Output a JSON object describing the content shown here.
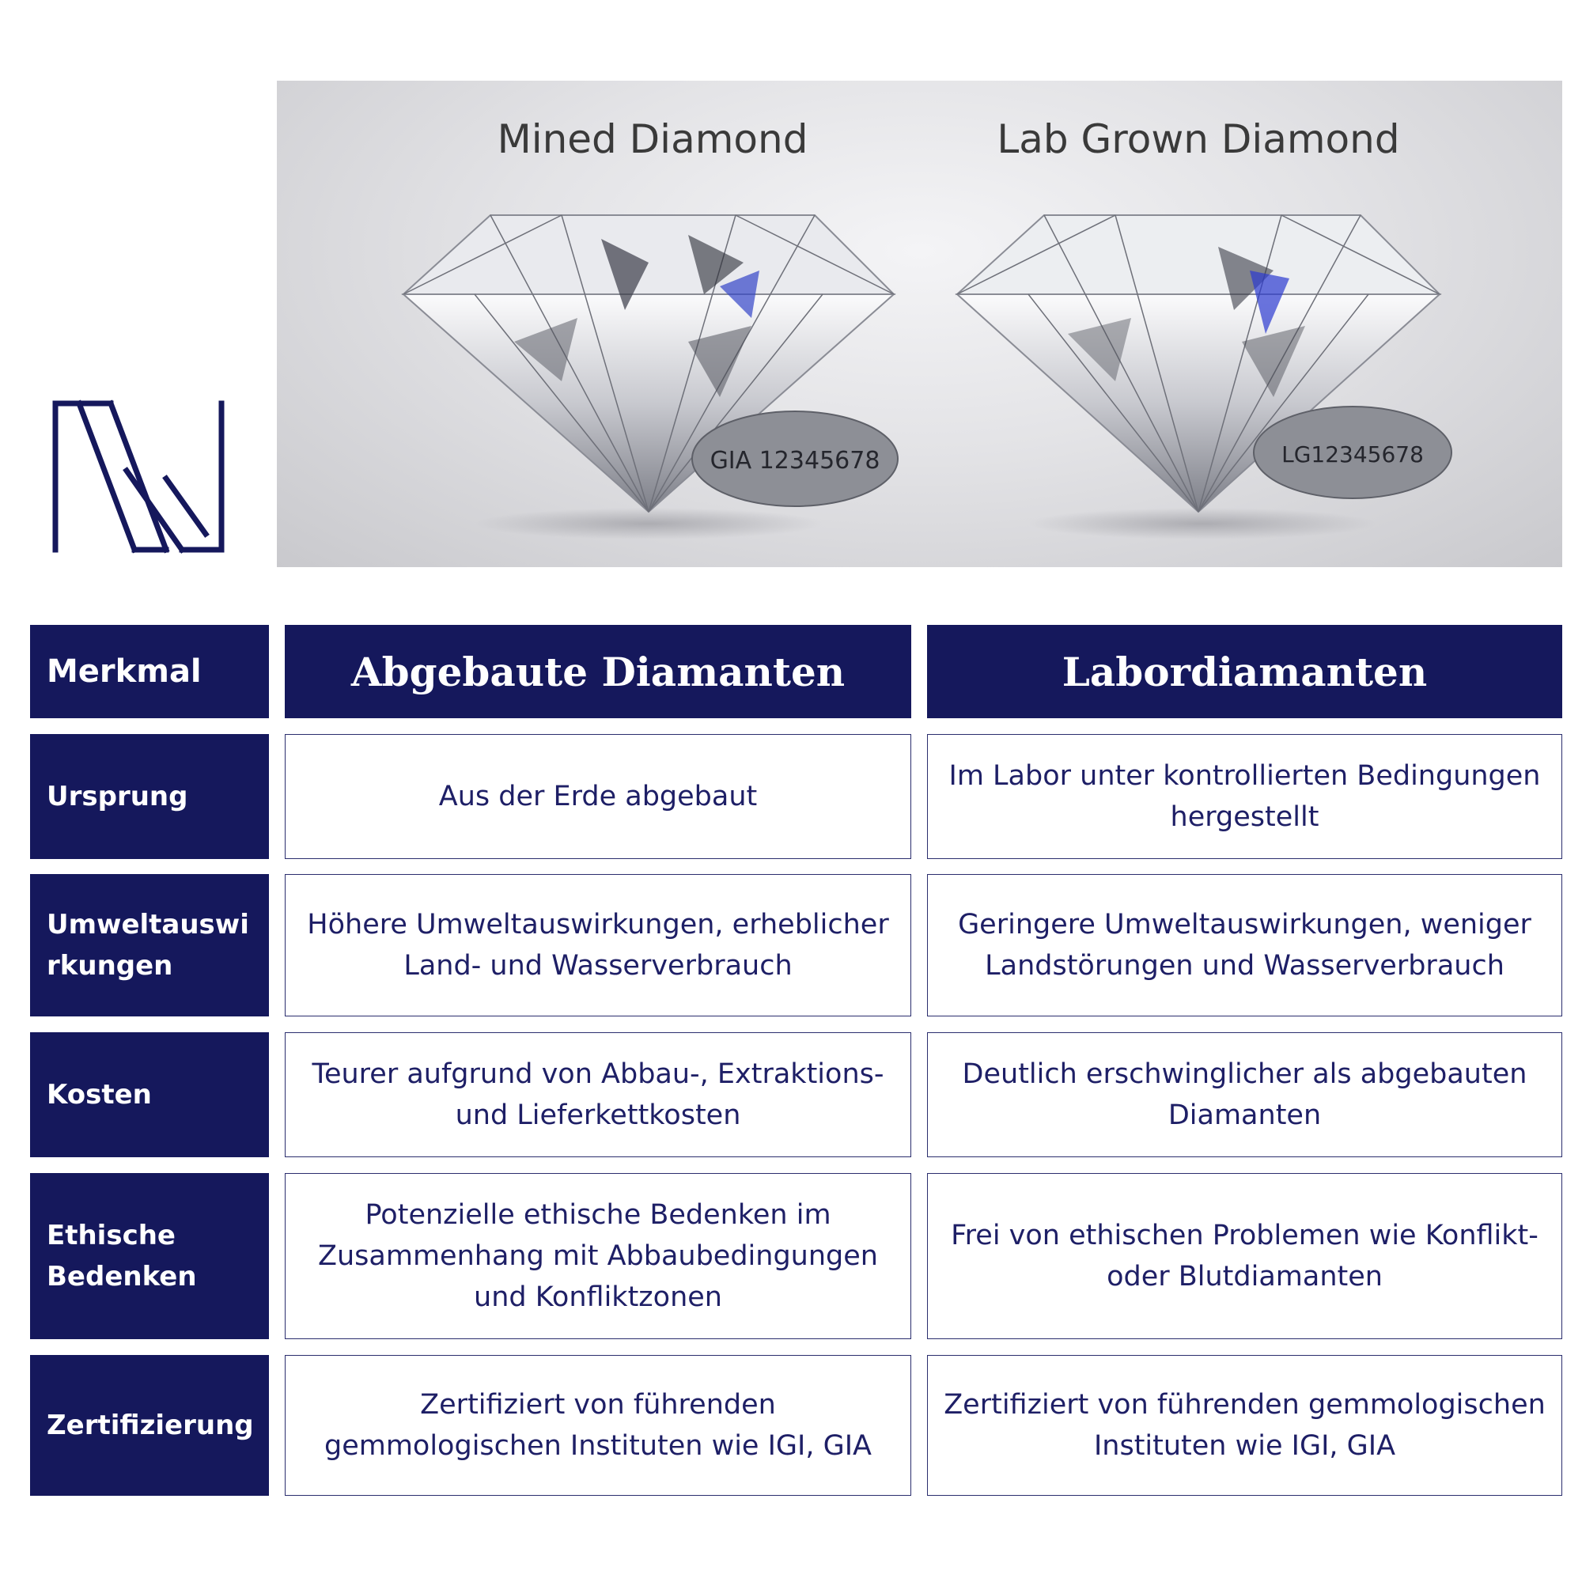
{
  "logo": {
    "icon": "nn-monogram-logo",
    "color": "#15185c"
  },
  "photo": {
    "left_title": "Mined Diamond",
    "right_title": "Lab Grown Diamond",
    "left_inscription": "GIA 12345678",
    "right_inscription": "LG12345678"
  },
  "table": {
    "headers": {
      "feature": "Merkmal",
      "mined": "Abgebaute Diamanten",
      "lab": "Labordiamanten"
    },
    "rows": [
      {
        "label": "Ursprung",
        "mined": "Aus der Erde abgebaut",
        "lab": "Im Labor unter kontrollierten Bedingungen hergestellt"
      },
      {
        "label": "Umweltauswirkungen",
        "mined": "Höhere Umweltauswirkungen, erheblicher Land- und Wasserverbrauch",
        "lab": "Geringere Umweltauswirkungen, weniger Landstörungen und Wasserverbrauch"
      },
      {
        "label": "Kosten",
        "mined": "Teurer aufgrund von Abbau-, Extraktions- und Lieferkettkosten",
        "lab": "Deutlich erschwinglicher als abgebauten Diamanten"
      },
      {
        "label": "Ethische Bedenken",
        "mined": "Potenzielle ethische Bedenken im Zusammenhang mit Abbaubedingungen und Konfliktzonen",
        "lab": "Frei von ethischen Problemen wie Konflikt- oder Blutdiamanten"
      },
      {
        "label": "Zertifizierung",
        "mined": "Zertifiziert von führenden gemmologischen Instituten wie IGI, GIA",
        "lab": "Zertifiziert von führenden gemmologischen Instituten wie IGI, GIA"
      }
    ]
  },
  "colors": {
    "navy": "#15185c",
    "border": "#2b2e6e",
    "text": "#1e1f66"
  }
}
